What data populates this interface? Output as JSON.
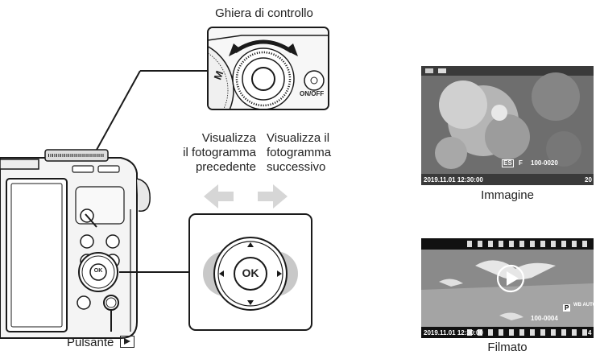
{
  "dial_title": "Ghiera di controllo",
  "dial_onoff_label": "ON/OFF",
  "dial_mode_letters": "M",
  "prev_text": [
    "Visualizza",
    "il fotogramma",
    "precedente"
  ],
  "next_text": [
    "Visualizza il",
    "fotogramma",
    "successivo"
  ],
  "ok_label": "OK",
  "camera_ok_label": "OK",
  "play_button_label": "Pulsante",
  "photo": {
    "caption": "Immagine",
    "timestamp": "2019.11.01 12:30:00",
    "file_number": "100-0020",
    "frame_count": "20",
    "size_badge": "ES",
    "quality_badge": "F"
  },
  "movie": {
    "caption": "Filmato",
    "timestamp": "2019.11.01 12:30:00",
    "file_number": "100-0004",
    "frame_count": "4",
    "mode_badge": "P",
    "wb_badge": "WB AUTO"
  },
  "colors": {
    "arrow_gray": "#d6d6d6",
    "lobe_gray": "#c8c8c8",
    "camera_body": "#f4f4f4",
    "outline": "#1a1a1a",
    "photo_bg": "#6e6e6e",
    "movie_bg": "#8a8a8a"
  }
}
